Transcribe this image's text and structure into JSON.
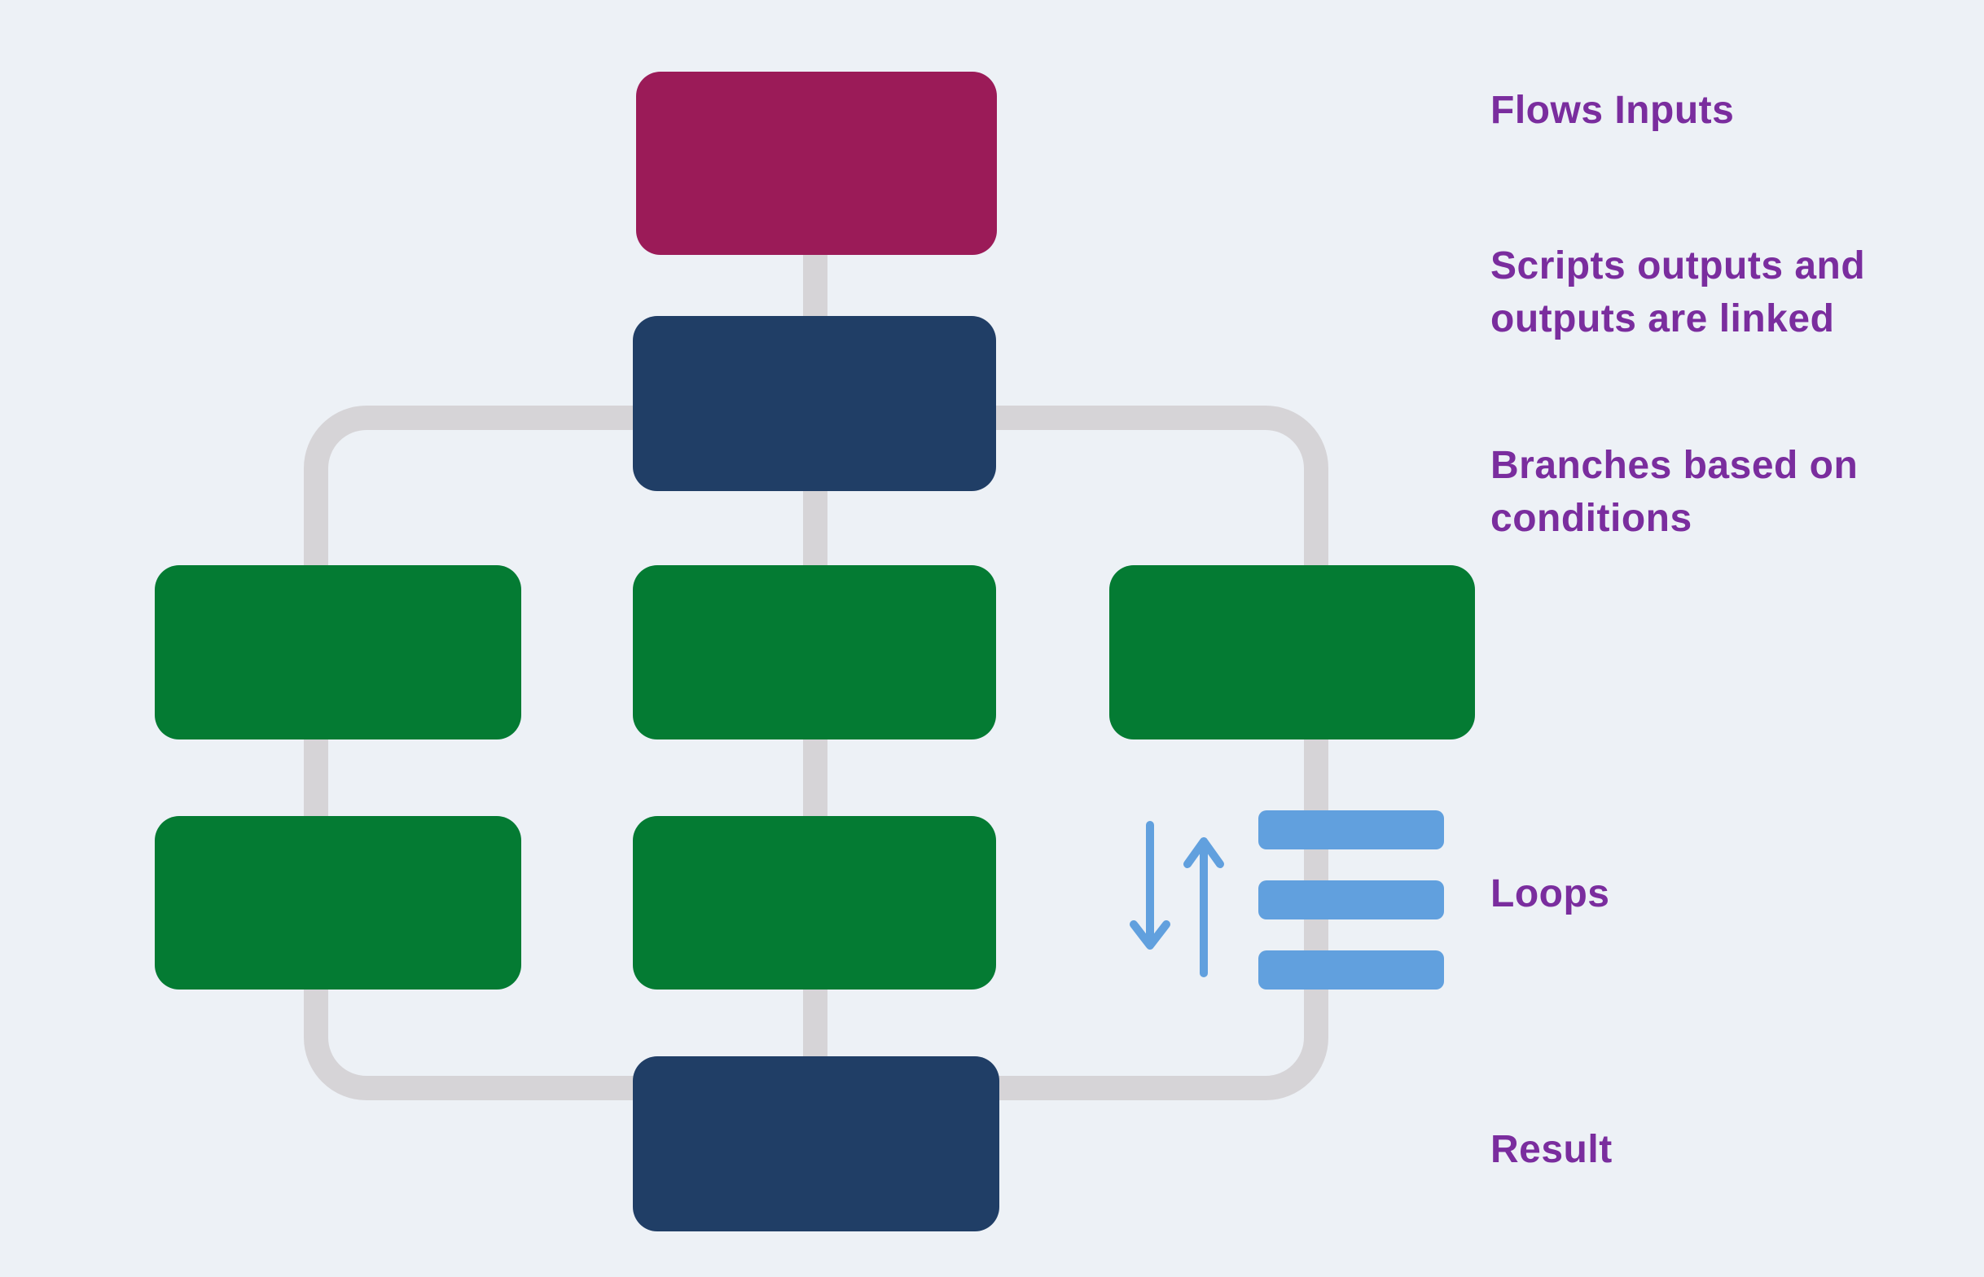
{
  "colors": {
    "background": "#edf1f6",
    "connector": "#d6d4d7",
    "input_node": "#9b1b58",
    "script_node": "#203e66",
    "branch_node": "#047b33",
    "loops_accent": "#61a0de",
    "label_text": "#7a2d9e"
  },
  "labels": {
    "flows_inputs": "Flows Inputs",
    "scripts_line1": "Scripts outputs and",
    "scripts_line2": "outputs are linked",
    "branches_line1": "Branches based on",
    "branches_line2": "conditions",
    "loops": "Loops",
    "result": "Result"
  },
  "diagram": {
    "nodes": [
      {
        "id": "input-node",
        "role": "flow input",
        "color_key": "input_node"
      },
      {
        "id": "script-node-top",
        "role": "script with linked outputs",
        "color_key": "script_node"
      },
      {
        "id": "branch-node-left",
        "role": "branch",
        "color_key": "branch_node"
      },
      {
        "id": "branch-node-center",
        "role": "branch",
        "color_key": "branch_node"
      },
      {
        "id": "branch-node-right",
        "role": "branch",
        "color_key": "branch_node"
      },
      {
        "id": "step-node-left",
        "role": "step",
        "color_key": "branch_node"
      },
      {
        "id": "step-node-center",
        "role": "step",
        "color_key": "branch_node"
      },
      {
        "id": "result-node",
        "role": "result",
        "color_key": "script_node"
      }
    ]
  }
}
